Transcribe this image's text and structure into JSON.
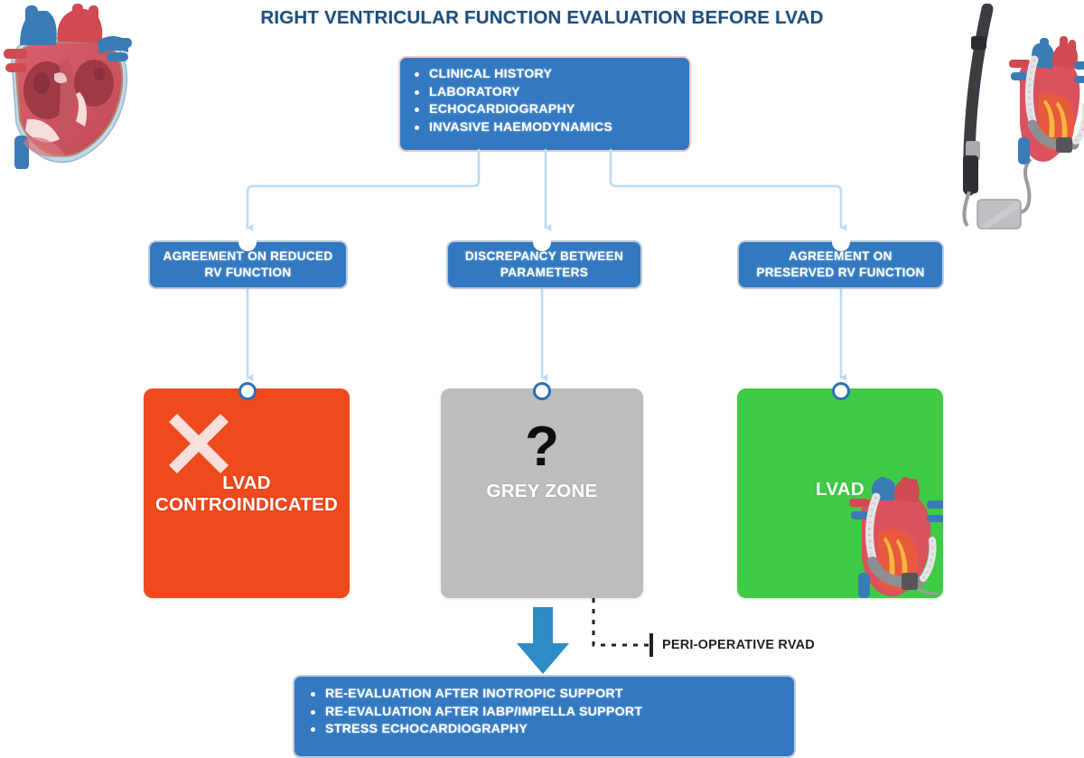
{
  "page": {
    "title": "RIGHT VENTRICULAR FUNCTION EVALUATION BEFORE LVAD"
  },
  "colors": {
    "title_blue": "#1F4E79",
    "box_blue": "#3279C1",
    "arrow_blue": "#2E8BC8",
    "connector_blue": "#C2DEF2",
    "node_ring": "#2E6FB7",
    "contraindicated_orange": "#EE4A1E",
    "grey_zone": "#BDBDBD",
    "lvad_green": "#3ECB46",
    "dashed_black": "#231F20"
  },
  "assessment_box": {
    "name": "assessment-inputs",
    "items": [
      "CLINICAL HISTORY",
      "LABORATORY",
      "ECHOCARDIOGRAPHY",
      "INVASIVE HAEMODYNAMICS"
    ]
  },
  "stages": [
    {
      "id": "reduced",
      "label": "AGREEMENT ON REDUCED\nRV FUNCTION"
    },
    {
      "id": "discrepancy",
      "label": "DISCREPANCY BETWEEN\nPARAMETERS"
    },
    {
      "id": "preserved",
      "label": "AGREEMENT ON\nPRESERVED RV FUNCTION"
    }
  ],
  "stage_labels": {
    "reduced_line1": "AGREEMENT ON REDUCED",
    "reduced_line2": "RV FUNCTION",
    "discrepancy_line1": "DISCREPANCY BETWEEN",
    "discrepancy_line2": "PARAMETERS",
    "preserved_line1": "AGREEMENT ON",
    "preserved_line2": "PRESERVED RV FUNCTION"
  },
  "outcomes": {
    "contraindicated": {
      "line1": "LVAD",
      "line2": "CONTROINDICATED",
      "icon": "cross-icon"
    },
    "grey_zone": {
      "label": "GREY ZONE",
      "icon": "question-mark-icon"
    },
    "lvad": {
      "label": "LVAD",
      "icon": "heart-with-lvad-illustration"
    }
  },
  "side_branch": {
    "label": "PERI-OPERATIVE RVAD"
  },
  "reevaluation_box": {
    "name": "reevaluation-options",
    "items": [
      "RE-EVALUATION AFTER INOTROPIC SUPPORT",
      "RE-EVALUATION AFTER IABP/IMPELLA SUPPORT",
      "STRESS ECHOCARDIOGRAPHY"
    ]
  },
  "illustrations": {
    "top_left": "anatomical-heart-illustration",
    "top_right": "lvad-device-illustration"
  }
}
